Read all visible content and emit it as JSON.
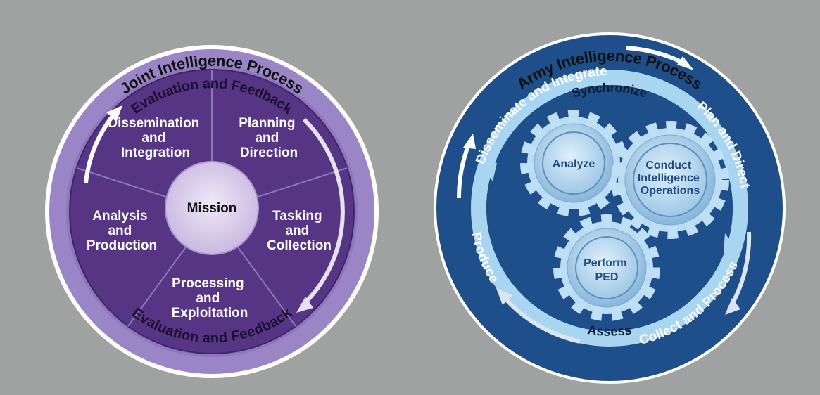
{
  "joint": {
    "title": "Joint Intelligence Process",
    "feedback_top": "Evaluation and Feedback",
    "feedback_bottom": "Evaluation and Feedback",
    "hub": "Mission",
    "segments": [
      {
        "lines": [
          "Planning",
          "and",
          "Direction"
        ]
      },
      {
        "lines": [
          "Tasking",
          "and",
          "Collection"
        ]
      },
      {
        "lines": [
          "Processing",
          "and",
          "Exploitation"
        ]
      },
      {
        "lines": [
          "Analysis",
          "and",
          "Production"
        ]
      },
      {
        "lines": [
          "Dissemination",
          "and",
          "Integration"
        ]
      }
    ]
  },
  "army": {
    "title": "Army Intelligence Process",
    "outer": {
      "disseminate": "Disseminate and Integrate",
      "plan": "Plan and Direct",
      "collect": "Collect and Process",
      "produce": "Produce"
    },
    "inner": {
      "synchronize": "Synchronize",
      "assess": "Assess"
    },
    "gears": {
      "analyze": [
        "Analyze"
      ],
      "conduct": [
        "Conduct",
        "Intelligence",
        "Operations"
      ],
      "perform": [
        "Perform",
        "PED"
      ]
    }
  },
  "colors": {
    "background": "#a0a2a1",
    "joint_ring": "#9a86c6",
    "joint_disc": "#553584",
    "joint_hub": "#ddd2ec",
    "army_ring": "#1f4f8a",
    "army_band": "#a8d6f0",
    "army_disc": "#1f4f8a",
    "gear": "#b8dcf2"
  }
}
